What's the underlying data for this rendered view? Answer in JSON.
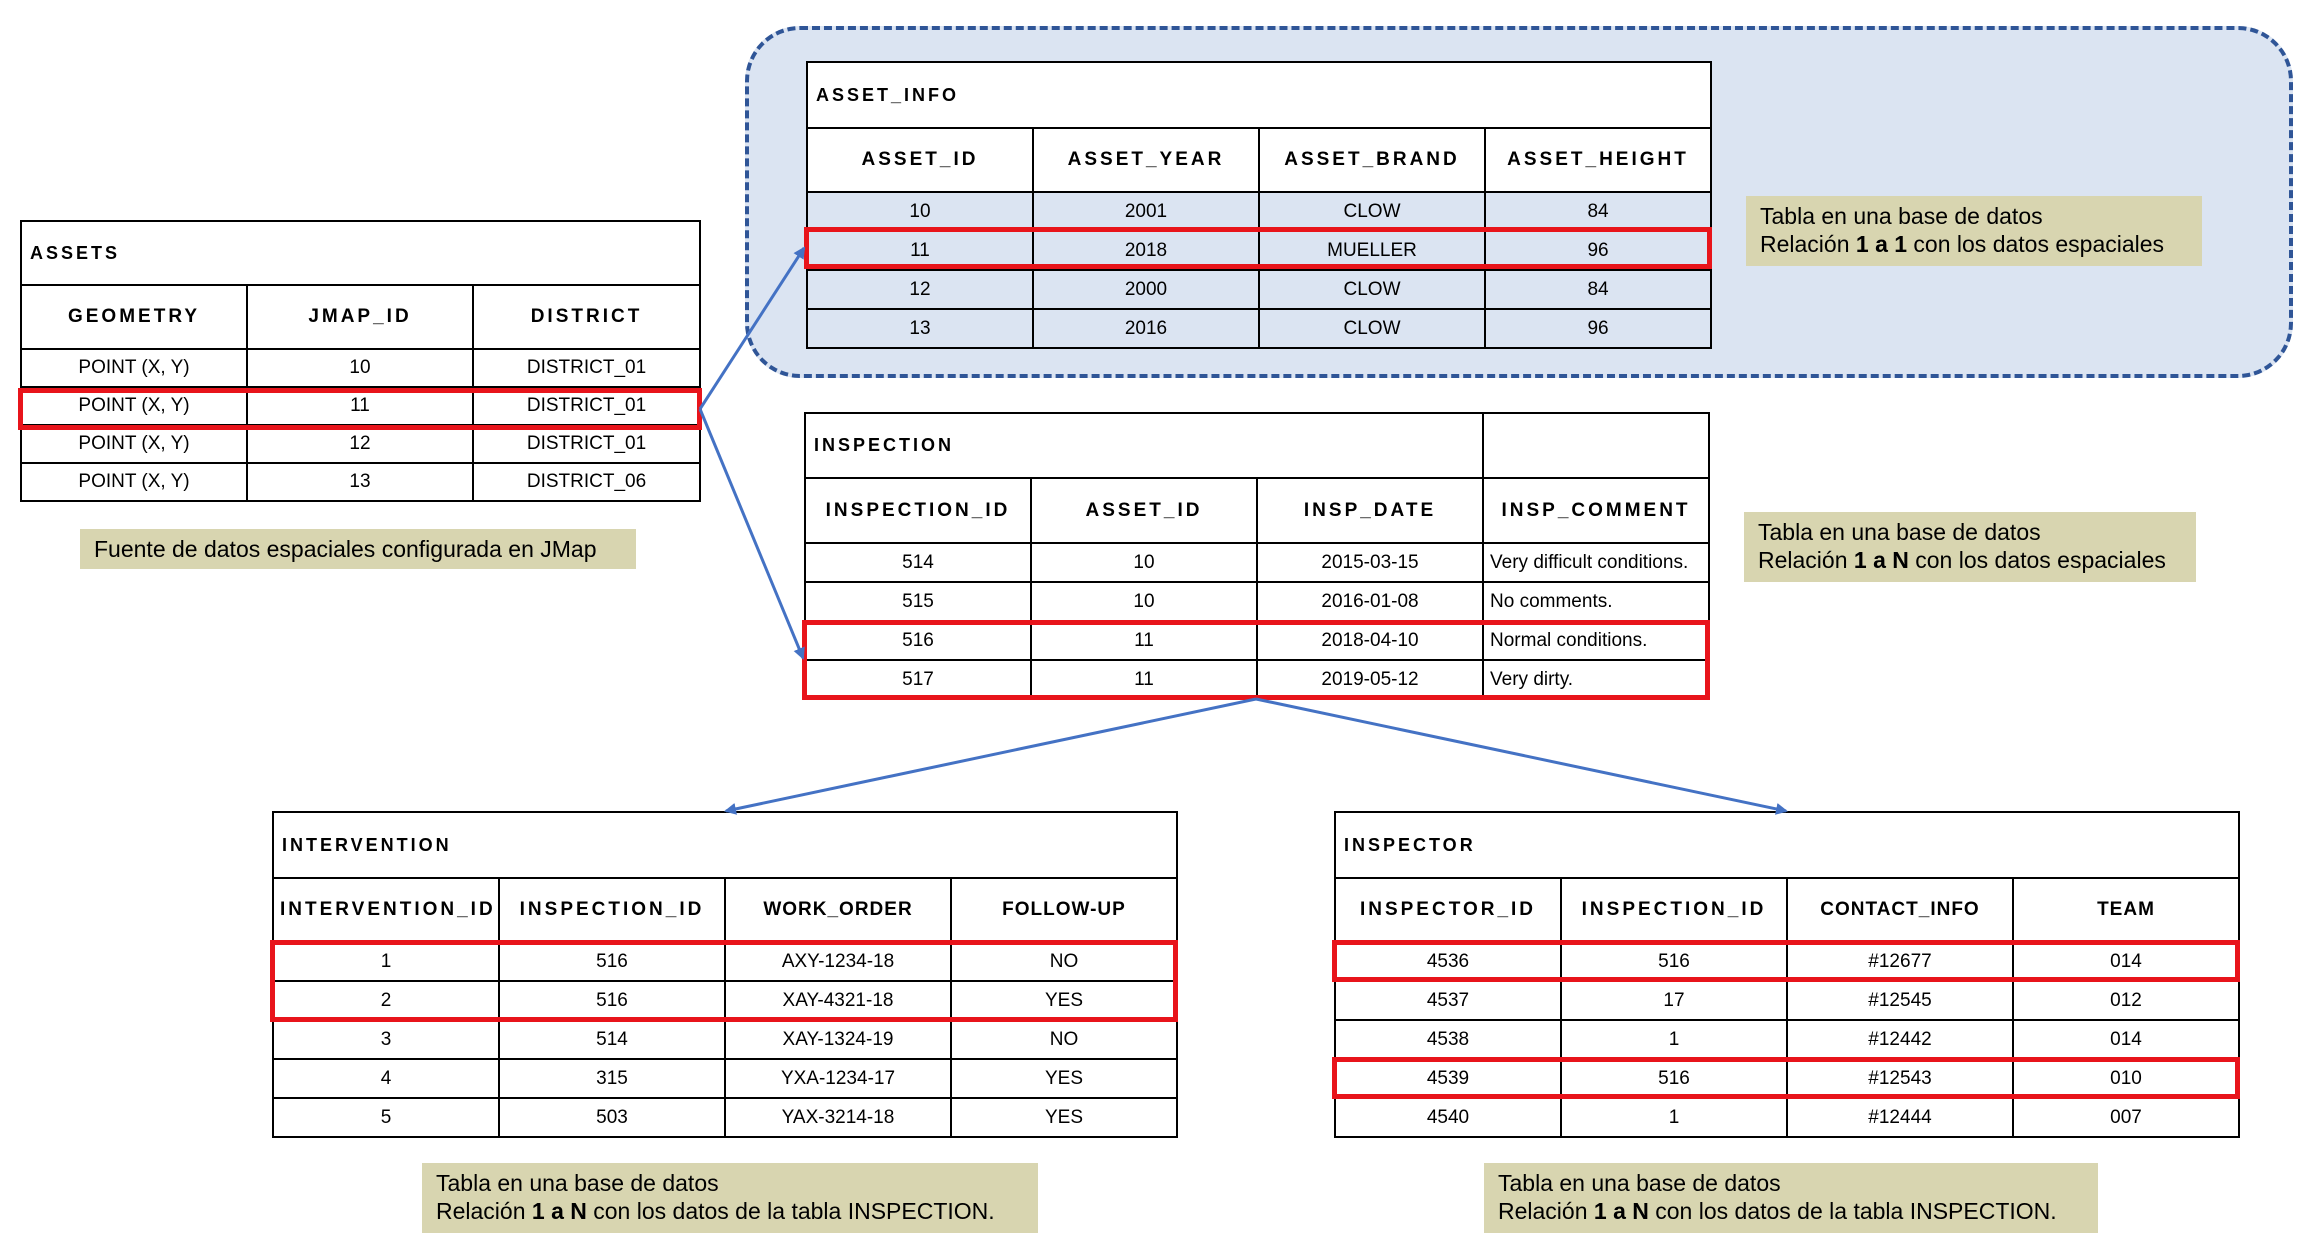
{
  "assets": {
    "title": "ASSETS",
    "headers": [
      "GEOMETRY",
      "JMAP_ID",
      "DISTRICT"
    ],
    "rows": [
      [
        "POINT (X, Y)",
        "10",
        "DISTRICT_01"
      ],
      [
        "POINT (X, Y)",
        "11",
        "DISTRICT_01"
      ],
      [
        "POINT (X, Y)",
        "12",
        "DISTRICT_01"
      ],
      [
        "POINT (X, Y)",
        "13",
        "DISTRICT_06"
      ]
    ],
    "note": "Fuente de datos espaciales configurada en JMap"
  },
  "asset_info": {
    "title": "ASSET_INFO",
    "headers": [
      "ASSET_ID",
      "ASSET_YEAR",
      "ASSET_BRAND",
      "ASSET_HEIGHT"
    ],
    "rows": [
      [
        "10",
        "2001",
        "CLOW",
        "84"
      ],
      [
        "11",
        "2018",
        "MUELLER",
        "96"
      ],
      [
        "12",
        "2000",
        "CLOW",
        "84"
      ],
      [
        "13",
        "2016",
        "CLOW",
        "96"
      ]
    ],
    "note": {
      "line1": "Tabla en una base de datos",
      "pre": "Relación ",
      "bold": "1 a 1",
      "post": " con los datos espaciales"
    }
  },
  "inspection": {
    "title": "INSPECTION",
    "headers": [
      "INSPECTION_ID",
      "ASSET_ID",
      "INSP_DATE",
      "INSP_COMMENT"
    ],
    "rows": [
      [
        "514",
        "10",
        "2015-03-15",
        "Very difficult conditions."
      ],
      [
        "515",
        "10",
        "2016-01-08",
        "No comments."
      ],
      [
        "516",
        "11",
        "2018-04-10",
        "Normal conditions."
      ],
      [
        "517",
        "11",
        "2019-05-12",
        "Very dirty."
      ]
    ],
    "note": {
      "line1": "Tabla en una base de datos",
      "pre": "Relación ",
      "bold": "1 a N",
      "post": " con los datos espaciales"
    }
  },
  "intervention": {
    "title": "INTERVENTION",
    "headers": [
      "INTERVENTION_ID",
      "INSPECTION_ID",
      "WORK_ORDER",
      "FOLLOW-UP"
    ],
    "rows": [
      [
        "1",
        "516",
        "AXY-1234-18",
        "NO"
      ],
      [
        "2",
        "516",
        "XAY-4321-18",
        "YES"
      ],
      [
        "3",
        "514",
        "XAY-1324-19",
        "NO"
      ],
      [
        "4",
        "315",
        "YXA-1234-17",
        "YES"
      ],
      [
        "5",
        "503",
        "YAX-3214-18",
        "YES"
      ]
    ],
    "note": {
      "line1": "Tabla en una base de datos",
      "pre": "Relación ",
      "bold": "1 a N",
      "post": " con los datos de la tabla INSPECTION."
    }
  },
  "inspector": {
    "title": "INSPECTOR",
    "headers": [
      "INSPECTOR_ID",
      "INSPECTION_ID",
      "CONTACT_INFO",
      "TEAM"
    ],
    "rows": [
      [
        "4536",
        "516",
        "#12677",
        "014"
      ],
      [
        "4537",
        "17",
        "#12545",
        "012"
      ],
      [
        "4538",
        "1",
        "#12442",
        "014"
      ],
      [
        "4539",
        "516",
        "#12543",
        "010"
      ],
      [
        "4540",
        "1",
        "#12444",
        "007"
      ]
    ],
    "note": {
      "line1": "Tabla en una base de datos",
      "pre": "Relación ",
      "bold": "1 a N",
      "post": " con los datos de la tabla INSPECTION."
    }
  },
  "colors": {
    "highlight": "#e8141b",
    "arrow": "#4472c4",
    "panel": "#dbe4f2",
    "note_bg": "#d8d5b0"
  }
}
